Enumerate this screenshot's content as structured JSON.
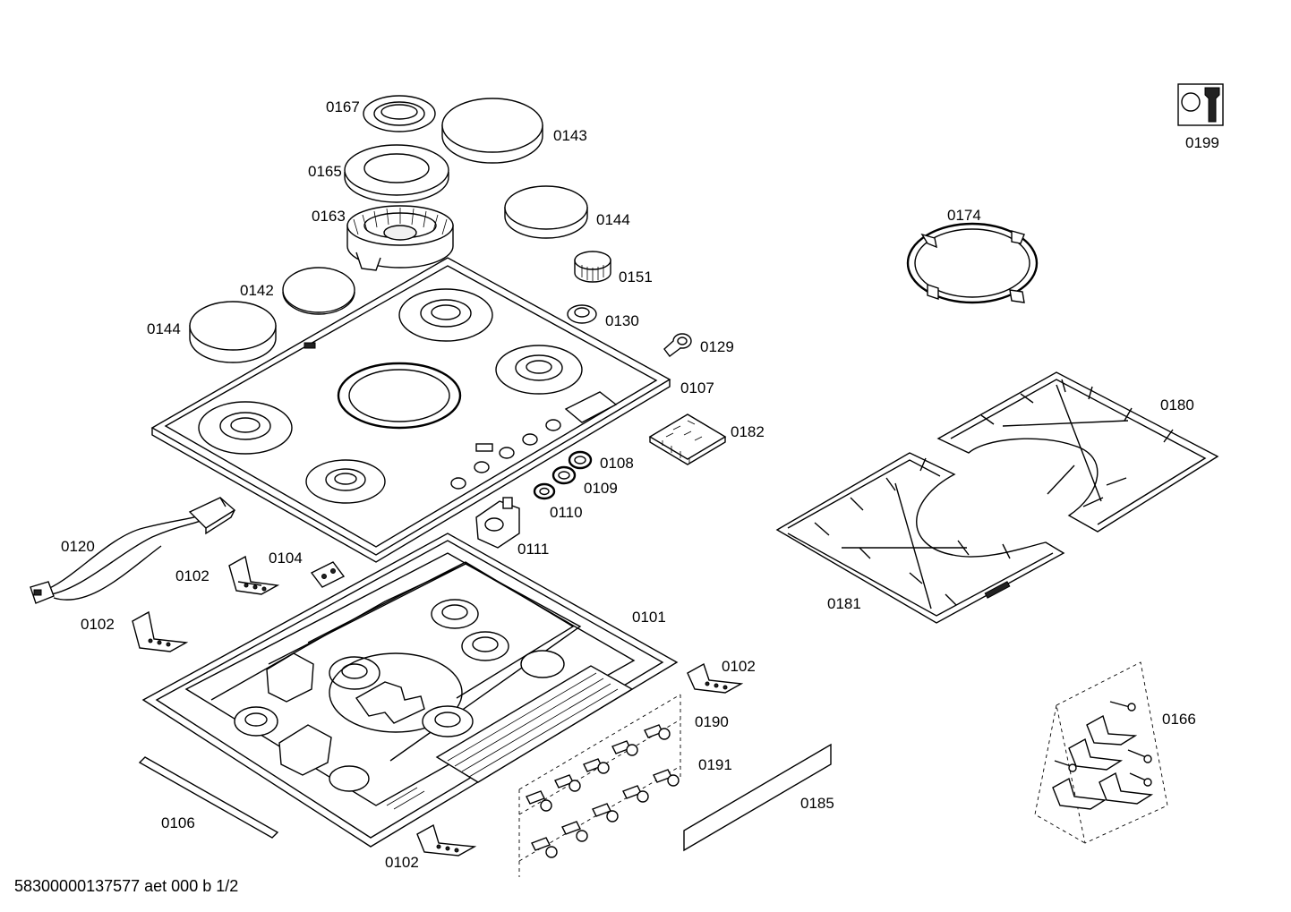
{
  "document_id": "58300000137577 aet 000 b 1/2",
  "parts": [
    {
      "id": "p0167",
      "label": "0167"
    },
    {
      "id": "p0143",
      "label": "0143"
    },
    {
      "id": "p0165",
      "label": "0165"
    },
    {
      "id": "p0163",
      "label": "0163"
    },
    {
      "id": "p0144a",
      "label": "0144"
    },
    {
      "id": "p0151",
      "label": "0151"
    },
    {
      "id": "p0142",
      "label": "0142"
    },
    {
      "id": "p0130",
      "label": "0130"
    },
    {
      "id": "p0144b",
      "label": "0144"
    },
    {
      "id": "p0129",
      "label": "0129"
    },
    {
      "id": "p0107",
      "label": "0107"
    },
    {
      "id": "p0182",
      "label": "0182"
    },
    {
      "id": "p0108",
      "label": "0108"
    },
    {
      "id": "p0109",
      "label": "0109"
    },
    {
      "id": "p0110",
      "label": "0110"
    },
    {
      "id": "p0111",
      "label": "0111"
    },
    {
      "id": "p0120",
      "label": "0120"
    },
    {
      "id": "p0104",
      "label": "0104"
    },
    {
      "id": "p0102a",
      "label": "0102"
    },
    {
      "id": "p0102b",
      "label": "0102"
    },
    {
      "id": "p0101",
      "label": "0101"
    },
    {
      "id": "p0102c",
      "label": "0102"
    },
    {
      "id": "p0190",
      "label": "0190"
    },
    {
      "id": "p0191",
      "label": "0191"
    },
    {
      "id": "p0185",
      "label": "0185"
    },
    {
      "id": "p0106",
      "label": "0106"
    },
    {
      "id": "p0102d",
      "label": "0102"
    },
    {
      "id": "p0199",
      "label": "0199"
    },
    {
      "id": "p0174",
      "label": "0174"
    },
    {
      "id": "p0180",
      "label": "0180"
    },
    {
      "id": "p0181",
      "label": "0181"
    },
    {
      "id": "p0166",
      "label": "0166"
    }
  ]
}
